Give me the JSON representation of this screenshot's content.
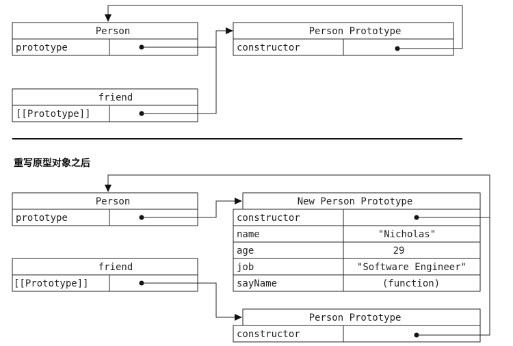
{
  "before": {
    "person_table": {
      "title": "Person",
      "row_label": "prototype"
    },
    "prototype_table": {
      "title": "Person Prototype",
      "row_label": "constructor"
    },
    "friend_table": {
      "title": "friend",
      "row_label": "[[Prototype]]"
    }
  },
  "caption": "重写原型对象之后",
  "after": {
    "person_table": {
      "title": "Person",
      "row_label": "prototype"
    },
    "new_prototype_table": {
      "title": "New Person Prototype",
      "rows": [
        {
          "label": "constructor",
          "value": ""
        },
        {
          "label": "name",
          "value": "\"Nicholas\""
        },
        {
          "label": "age",
          "value": "29"
        },
        {
          "label": "job",
          "value": "\"Software Engineer\""
        },
        {
          "label": "sayName",
          "value": "(function)"
        }
      ]
    },
    "friend_table": {
      "title": "friend",
      "row_label": "[[Prototype]]"
    },
    "old_prototype_table": {
      "title": "Person Prototype",
      "row_label": "constructor"
    }
  },
  "colors": {
    "line": "#222222",
    "background": "#ffffff"
  }
}
